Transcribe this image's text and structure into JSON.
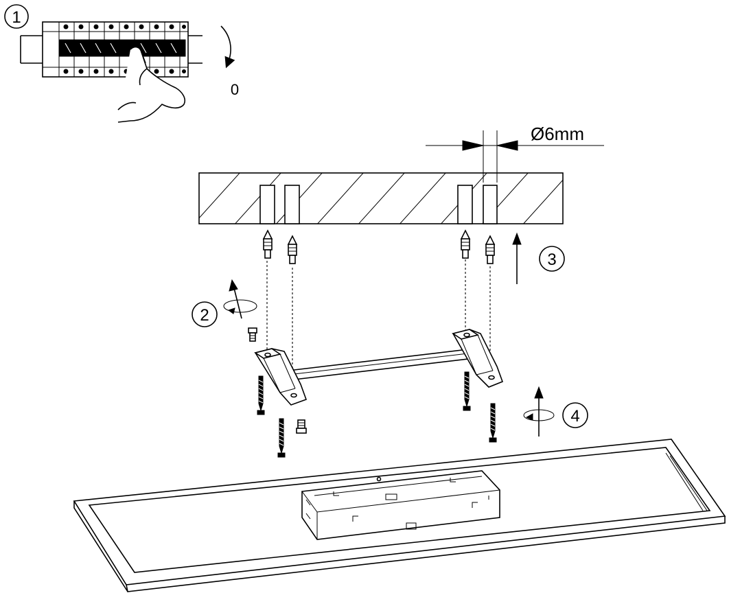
{
  "steps": {
    "step1": "1",
    "step2": "2",
    "step3": "3",
    "step4": "4"
  },
  "switch_off_label": "0",
  "drill_diameter_label": "Ø6mm"
}
